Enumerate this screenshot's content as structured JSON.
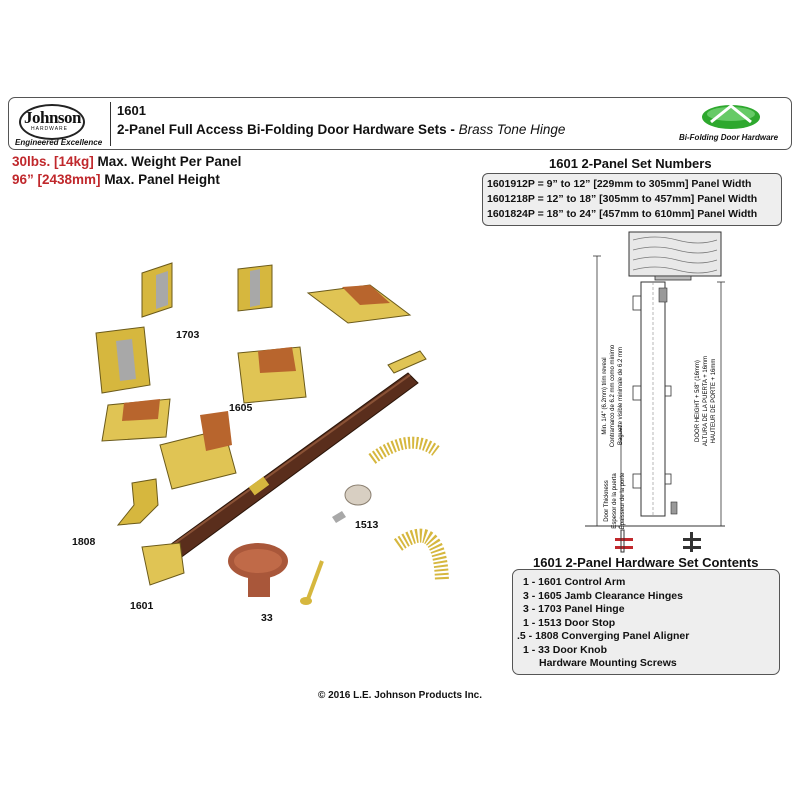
{
  "header": {
    "brand": "Johnson",
    "brand_sub": "HARDWARE",
    "tagline": "Engineered Excellence",
    "model": "1601",
    "title": "2-Panel Full Access Bi-Folding Door Hardware Sets",
    "title_sep": " - ",
    "subtitle": "Brass Tone Hinge",
    "badge_label": "Bi-Folding Door Hardware"
  },
  "specs": {
    "weight_red": "30lbs. [14kg]",
    "weight_text": " Max. Weight Per Panel",
    "height_red": "96” [2438mm]",
    "height_text": " Max. Panel Height"
  },
  "set_numbers": {
    "title": "1601 2-Panel Set Numbers",
    "rows": [
      "1601912P = 9” to 12” [229mm to 305mm] Panel Width",
      "1601218P = 12” to 18” [305mm to 457mm] Panel Width",
      "1601824P = 18” to 24” [457mm to 610mm] Panel Width"
    ]
  },
  "diagram": {
    "trim_reveal": "Min. 1/4\" (6.2mm) trim reveal",
    "trim_reveal_es": "Contramarco de 6.2 mm como mínimo",
    "trim_reveal_fr": "Baguette visible minimale de 6.2 mm",
    "door_thickness": "Door Thickness",
    "door_thickness_es": "Espesor de la puerta",
    "door_thickness_fr": "Épaisseur de la porte",
    "door_height": "DOOR HEIGHT + 5/8\" (16mm)",
    "door_height_es": "ALTURA DE LA PUERTA + 16mm",
    "door_height_fr": "HAUTEUR DE PORTE + 16mm"
  },
  "contents": {
    "title": "1601 2-Panel Hardware Set Contents",
    "rows": [
      "1 - 1601 Control Arm",
      "3 - 1605 Jamb Clearance Hinges",
      "3 - 1703 Panel Hinge",
      "1 - 1513 Door Stop",
      ".5 - 1808 Converging Panel Aligner",
      "1 - 33 Door Knob",
      "Hardware Mounting Screws"
    ]
  },
  "part_labels": {
    "p1703": "1703",
    "p1605": "1605",
    "p1513": "1513",
    "p1808": "1808",
    "p1601": "1601",
    "p33": "33"
  },
  "footer": "© 2016 L.E. Johnson Products Inc.",
  "colors": {
    "red": "#c0282c",
    "brass": "#d6b73e",
    "bumper": "#b8652d",
    "arm": "#5a2e1c",
    "badge_green": "#2ea82e"
  }
}
